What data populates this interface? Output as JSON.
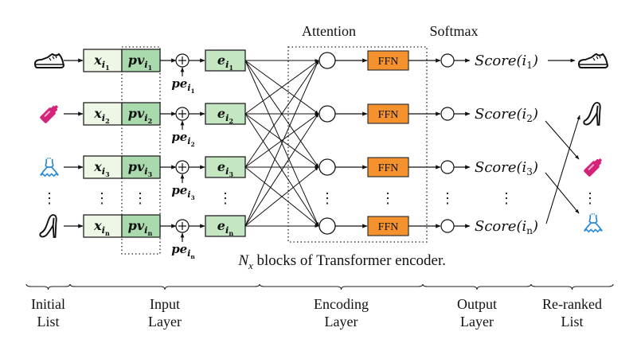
{
  "header": {
    "attention_label": "Attention",
    "softmax_label": "Softmax"
  },
  "colors": {
    "x_box_fill": "#eef6e6",
    "pv_box_fill": "#a9d9ad",
    "e_box_fill": "#c4e6c0",
    "ffn_fill": "#f5922e",
    "shoe_icon": "#111111",
    "bottle_icon": "#d6237a",
    "dress_icon": "#2a8ad4",
    "heel_icon": "#111111"
  },
  "rows": [
    {
      "icon": "shoe",
      "x": "x",
      "x_sub": "i",
      "x_subsub": "1",
      "pv": "pv",
      "pv_sub": "i",
      "pv_subsub": "1",
      "pe": "pe",
      "pe_sub": "i",
      "pe_subsub": "1",
      "e": "e",
      "e_sub": "i",
      "e_subsub": "1",
      "ffn": "FFN",
      "score": "Score(i",
      "score_sub": "1",
      "score_close": ")"
    },
    {
      "icon": "bottle",
      "x": "x",
      "x_sub": "i",
      "x_subsub": "2",
      "pv": "pv",
      "pv_sub": "i",
      "pv_subsub": "2",
      "pe": "pe",
      "pe_sub": "i",
      "pe_subsub": "2",
      "e": "e",
      "e_sub": "i",
      "e_subsub": "2",
      "ffn": "FFN",
      "score": "Score(i",
      "score_sub": "2",
      "score_close": ")"
    },
    {
      "icon": "dress",
      "x": "x",
      "x_sub": "i",
      "x_subsub": "3",
      "pv": "pv",
      "pv_sub": "i",
      "pv_subsub": "3",
      "pe": "pe",
      "pe_sub": "i",
      "pe_subsub": "3",
      "e": "e",
      "e_sub": "i",
      "e_subsub": "3",
      "ffn": "FFN",
      "score": "Score(i",
      "score_sub": "3",
      "score_close": ")"
    },
    {
      "icon": "heel",
      "x": "x",
      "x_sub": "i",
      "x_subsub": "n",
      "pv": "pv",
      "pv_sub": "i",
      "pv_subsub": "n",
      "pe": "pe",
      "pe_sub": "i",
      "pe_subsub": "n",
      "e": "e",
      "e_sub": "i",
      "e_subsub": "n",
      "ffn": "FFN",
      "score": "Score(i",
      "score_sub": "n",
      "score_close": ")"
    }
  ],
  "reranked_list": [
    "shoe",
    "heel",
    "bottle",
    "dress"
  ],
  "ellipsis": "⋮",
  "caption": {
    "n": "N",
    "n_sub": "x",
    "rest": " blocks of Transformer encoder."
  },
  "sections": [
    {
      "line1": "Initial",
      "line2": "List"
    },
    {
      "line1": "Input",
      "line2": "Layer"
    },
    {
      "line1": "Encoding",
      "line2": "Layer"
    },
    {
      "line1": "Output",
      "line2": "Layer"
    },
    {
      "line1": "Re-ranked",
      "line2": "List"
    }
  ]
}
